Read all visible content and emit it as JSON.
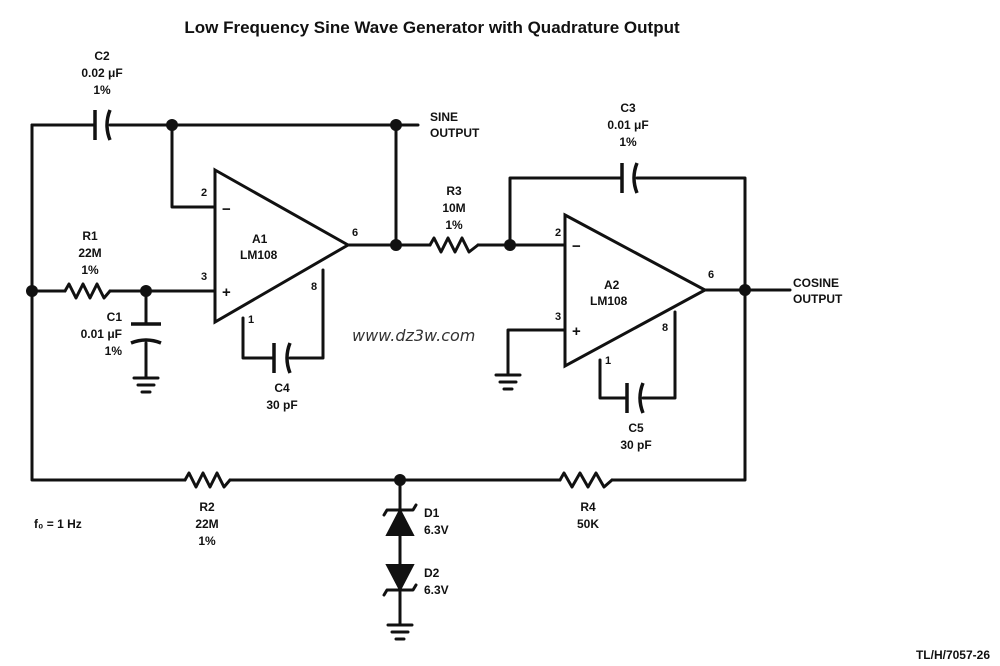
{
  "title": "Low Frequency Sine Wave Generator with Quadrature Output",
  "watermark": "www.dz3w.com",
  "figure_ref": "TL/H/7057-26",
  "frequency_note": "f₀ = 1 Hz",
  "outputs": {
    "sine": [
      "SINE",
      "OUTPUT"
    ],
    "cosine": [
      "COSINE",
      "OUTPUT"
    ]
  },
  "opamps": [
    {
      "ref": "A1",
      "part": "LM108",
      "pins": {
        "inv": "2",
        "noninv": "3",
        "out": "6",
        "comp1": "1",
        "comp8": "8"
      },
      "minus": "−",
      "plus": "+"
    },
    {
      "ref": "A2",
      "part": "LM108",
      "pins": {
        "inv": "2",
        "noninv": "3",
        "out": "6",
        "comp1": "1",
        "comp8": "8"
      },
      "minus": "−",
      "plus": "+"
    }
  ],
  "components": {
    "C1": {
      "ref": "C1",
      "value": "0.01 μF",
      "tol": "1%"
    },
    "C2": {
      "ref": "C2",
      "value": "0.02 μF",
      "tol": "1%"
    },
    "C3": {
      "ref": "C3",
      "value": "0.01 μF",
      "tol": "1%"
    },
    "C4": {
      "ref": "C4",
      "value": "30 pF"
    },
    "C5": {
      "ref": "C5",
      "value": "30 pF"
    },
    "R1": {
      "ref": "R1",
      "value": "22M",
      "tol": "1%"
    },
    "R2": {
      "ref": "R2",
      "value": "22M",
      "tol": "1%"
    },
    "R3": {
      "ref": "R3",
      "value": "10M",
      "tol": "1%"
    },
    "R4": {
      "ref": "R4",
      "value": "50K"
    },
    "D1": {
      "ref": "D1",
      "value": "6.3V"
    },
    "D2": {
      "ref": "D2",
      "value": "6.3V"
    }
  }
}
